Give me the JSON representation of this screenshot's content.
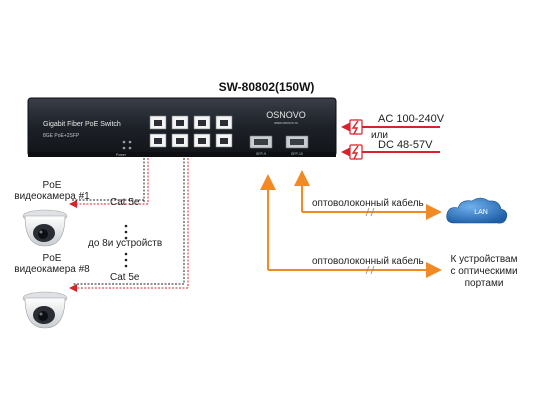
{
  "title": "SW-80802(150W)",
  "switch": {
    "name": "Gigabit Fiber PoE Switch",
    "spec": "8GE PoE+2SFP",
    "brand": "OSNOVO",
    "brand_sub": "www.osnovo.ru",
    "power_label": "Power",
    "sfp_labels": [
      "SFP-9",
      "SFP-10"
    ]
  },
  "power": {
    "ac": "AC 100-240V",
    "or": "или",
    "dc": "DC 48-57V"
  },
  "camera1": {
    "line1": "PoE",
    "line2": "видеокамера #1"
  },
  "camera8": {
    "line1": "PoE",
    "line2": "видеокамера #8"
  },
  "cable1": "Cat 5e",
  "cable2": "Cat 5e",
  "devices": "до 8и устройств",
  "fiber1": "оптоволоконный кабель",
  "fiber2": "оптоволоконный кабель",
  "lan": "LAN",
  "optic_devices": [
    "К устройствам",
    "с оптическими",
    "портами"
  ],
  "colors": {
    "orange": "#f08a24",
    "red": "#d9232a",
    "lan_blue": "#1f5fa8",
    "switch": "#1d2128"
  }
}
